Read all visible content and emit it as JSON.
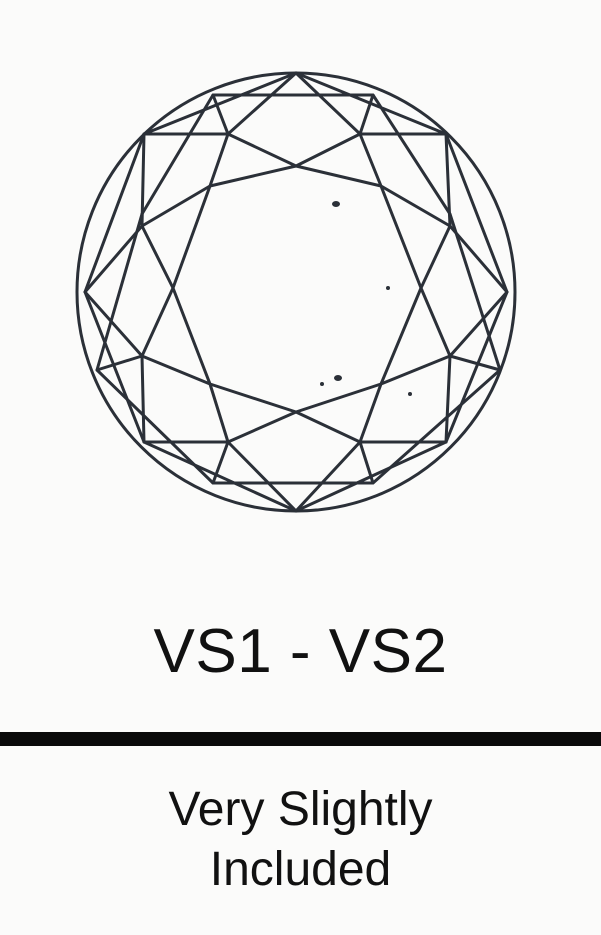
{
  "grade_label": "VS1 - VS2",
  "description_lines": [
    "Very Slightly",
    "Included"
  ],
  "colors": {
    "background": "#fbfbfa",
    "outline": "#2b3038",
    "divider": "#0a0a0a",
    "text": "#111111"
  },
  "icon": "round-brilliant-diamond-face-up-diagram"
}
